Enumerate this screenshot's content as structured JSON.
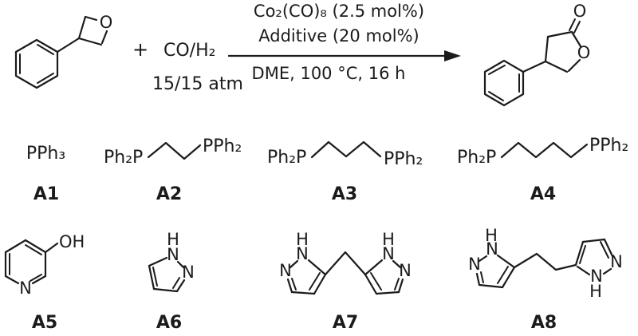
{
  "scheme": {
    "plus": "+",
    "gas": "CO/H₂",
    "pressure": "15/15 atm",
    "catalyst": "Co₂(CO)₈ (2.5 mol%)",
    "additive": "Additive (20 mol%)",
    "conditions": "DME, 100 °C, 16 h"
  },
  "atoms": {
    "O": "O",
    "N": "N",
    "H": "H",
    "OH": "OH"
  },
  "formulas": {
    "pph3": "PPh₃",
    "ph2p": "Ph₂P",
    "pph2": "PPh₂"
  },
  "additive_labels": [
    "A1",
    "A2",
    "A3",
    "A4",
    "A5",
    "A6",
    "A7",
    "A8"
  ]
}
